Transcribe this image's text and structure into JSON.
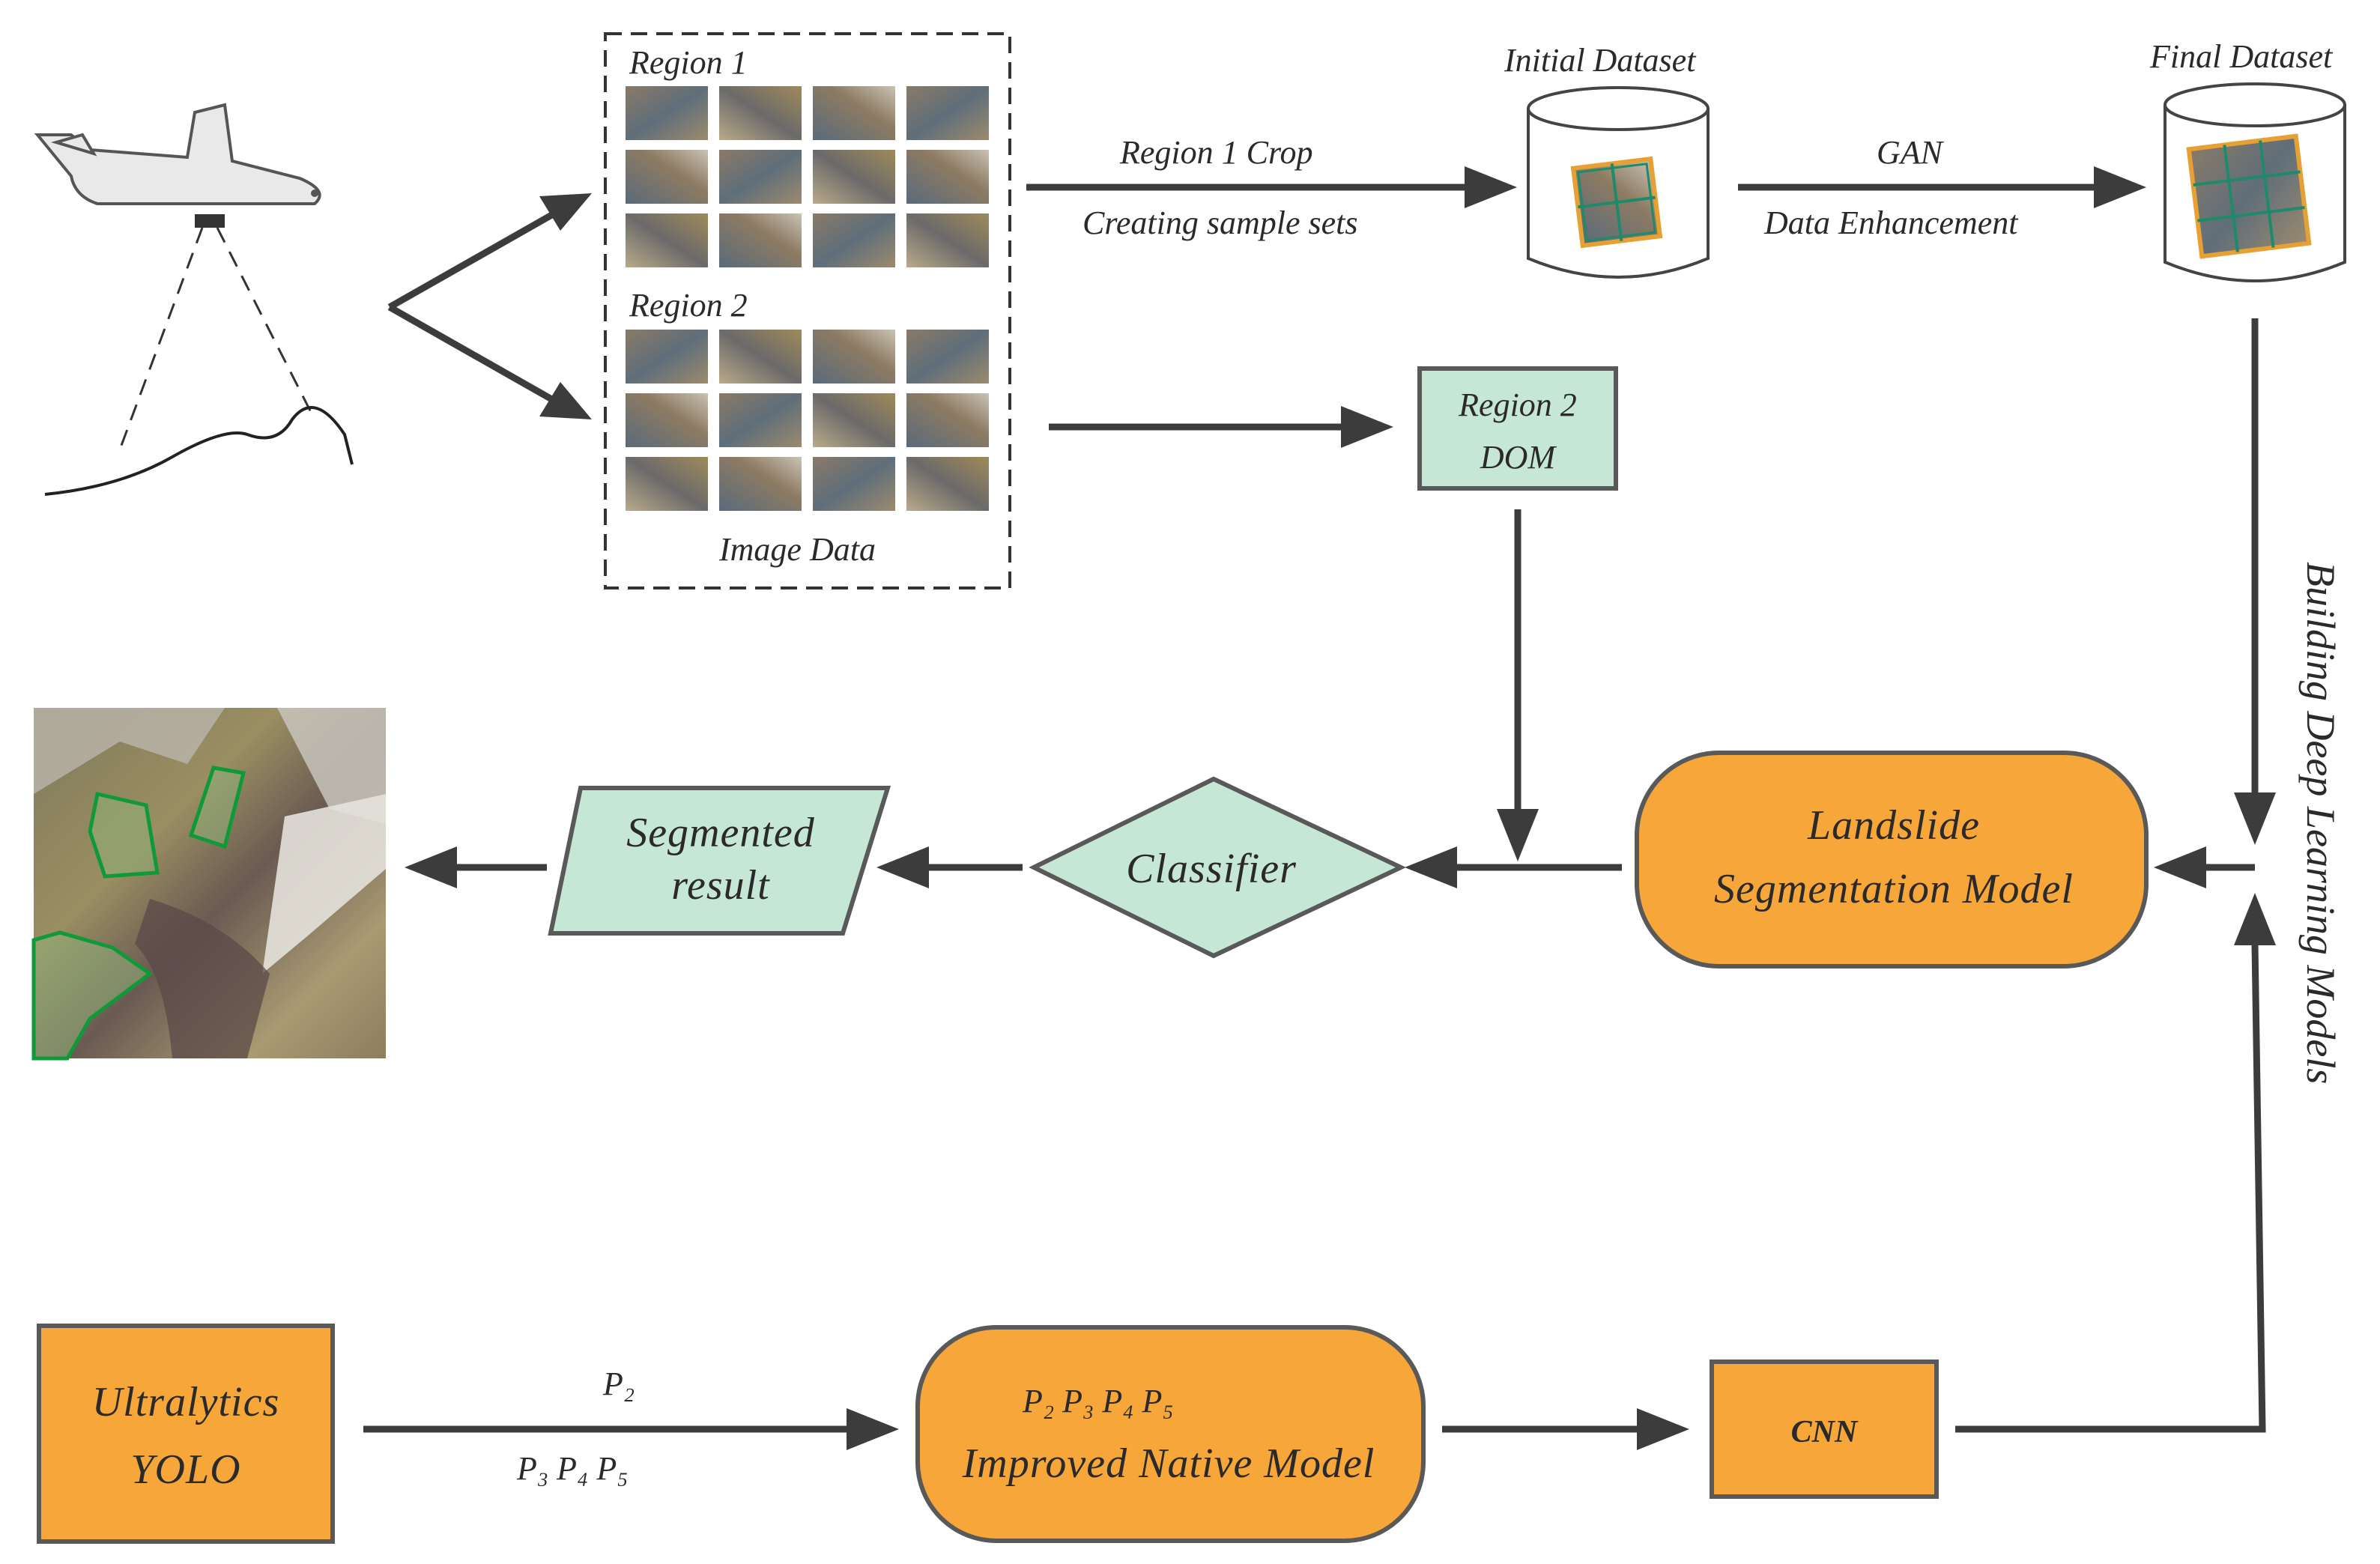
{
  "colors": {
    "accent_orange": "#f7a63a",
    "accent_green": "#c7e7d6",
    "arrow": "#3c3c3c",
    "dataset_frame": "#e6a033",
    "dataset_grid": "#1f8a6a",
    "landslide_outline": "#0f9a3a"
  },
  "icons": [
    "drone-icon",
    "database-cylinder-icon",
    "landslide-map-image"
  ],
  "image_panel": {
    "region1_label": "Region 1",
    "region2_label": "Region 2",
    "caption": "Image Data"
  },
  "edges": {
    "region1_top": "Region 1   Crop",
    "region1_bottom": "Creating sample sets",
    "gan_top": "GAN",
    "gan_bottom": "Data Enhancement",
    "yolo_top": "P₂",
    "yolo_bottom": "P₃    P₄    P₅"
  },
  "nodes": {
    "initial_dataset": "Initial Dataset",
    "final_dataset": "Final Dataset",
    "region2_dom_line1": "Region 2",
    "region2_dom_line2": "DOM",
    "landslide_model_line1": "Landslide",
    "landslide_model_line2": "Segmentation Model",
    "classifier": "Classifier",
    "segmented_line1": "Segmented",
    "segmented_line2": "result",
    "yolo_line1": "Ultralytics",
    "yolo_line2": "YOLO",
    "improved_p_labels": "P₂    P₃    P₄    P₅",
    "improved_model": "Improved Native Model",
    "cnn": "CNN"
  },
  "side_label": "Building Deep Learning Models"
}
